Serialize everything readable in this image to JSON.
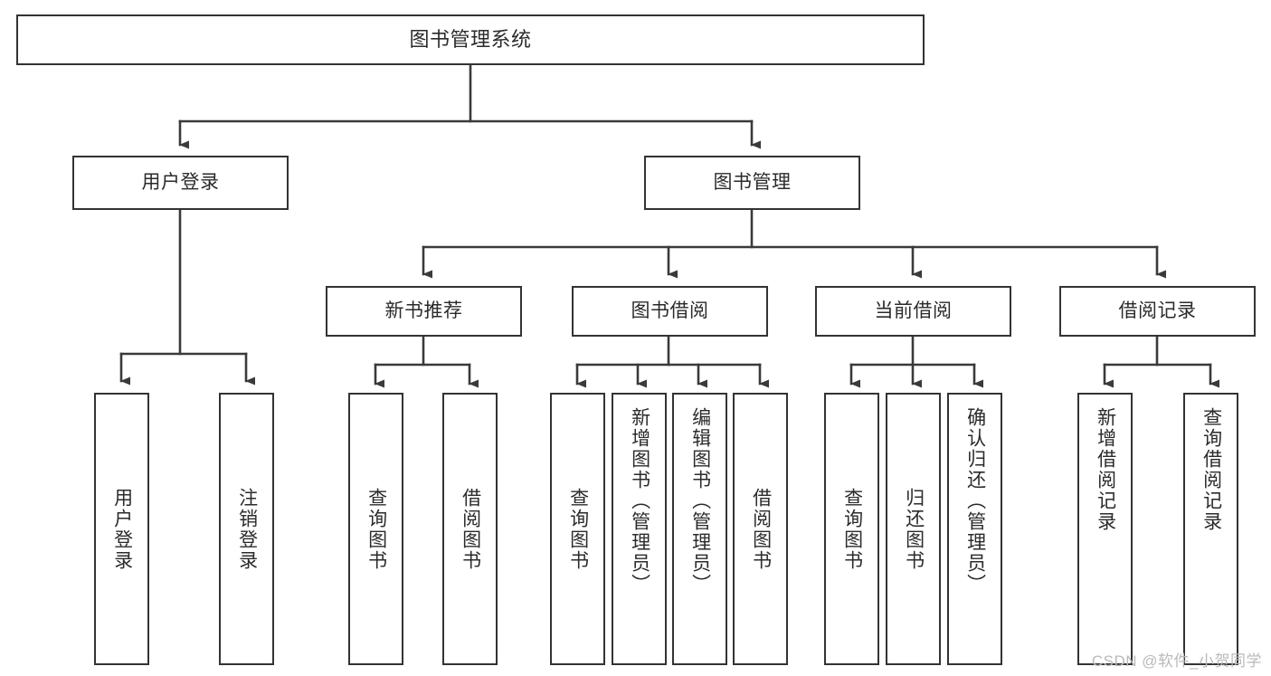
{
  "diagram": {
    "type": "tree",
    "title": "图书管理系统",
    "orientation": "top-down",
    "colors": {
      "background": "#ffffff",
      "box_border": "#333333",
      "box_fill": "#ffffff",
      "text": "#2b2b2b",
      "edge": "#3a3a3a",
      "watermark": "#b9b9b9"
    },
    "levels": 3
  },
  "root": {
    "label": "图书管理系统"
  },
  "level1": [
    {
      "label": "用户登录"
    },
    {
      "label": "图书管理"
    }
  ],
  "level2": [
    {
      "label": "新书推荐"
    },
    {
      "label": "图书借阅"
    },
    {
      "label": "当前借阅"
    },
    {
      "label": "借阅记录"
    }
  ],
  "leaves": {
    "user_login": [
      {
        "label": "用户登录"
      },
      {
        "label": "注销登录"
      }
    ],
    "new_book_recommend": [
      {
        "label": "查询图书"
      },
      {
        "label": "借阅图书"
      }
    ],
    "book_borrow": [
      {
        "label": "查询图书"
      },
      {
        "label": "新增图书（管理员）"
      },
      {
        "label": "编辑图书（管理员）"
      },
      {
        "label": "借阅图书"
      }
    ],
    "current_borrow": [
      {
        "label": "查询图书"
      },
      {
        "label": "归还图书"
      },
      {
        "label": "确认归还（管理员）"
      }
    ],
    "borrow_record": [
      {
        "label": "新增借阅记录"
      },
      {
        "label": "查询借阅记录"
      }
    ]
  },
  "watermark": {
    "text": "CSDN @软件_小贺同学"
  }
}
